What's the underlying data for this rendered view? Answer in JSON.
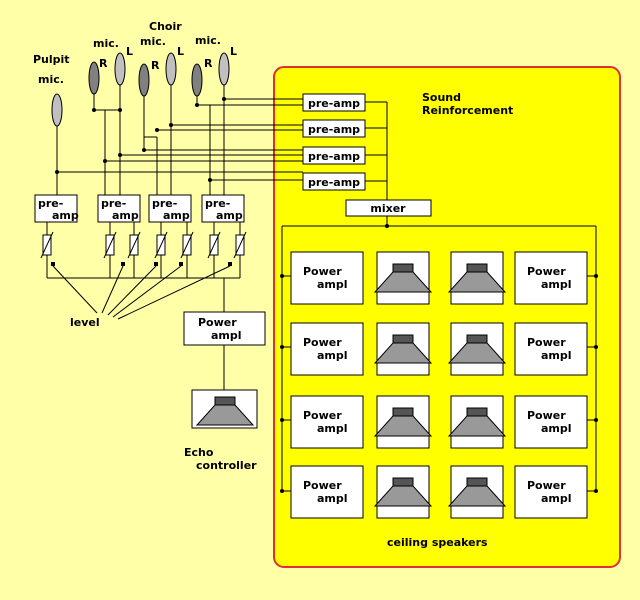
{
  "labels": {
    "pulpit_mic": "Pulpit mic.",
    "mic_left_group": "mic.",
    "choir_mic": "Choir mic.",
    "mic_right_group": "mic.",
    "r": "R",
    "l": "L",
    "level": "level",
    "echo_controller": "Echo controller",
    "sound_reinforcement": "Sound Reinforcement",
    "ceiling_speakers": "ceiling speakers"
  },
  "blocks": {
    "pre_amp": "pre-amp",
    "mixer": "mixer",
    "power_ampl": "Power ampl"
  },
  "colors": {
    "background": "#FFFFA8",
    "panel": "#FFFF00",
    "panel_border": "#E03030",
    "box": "#FFFFFF"
  }
}
